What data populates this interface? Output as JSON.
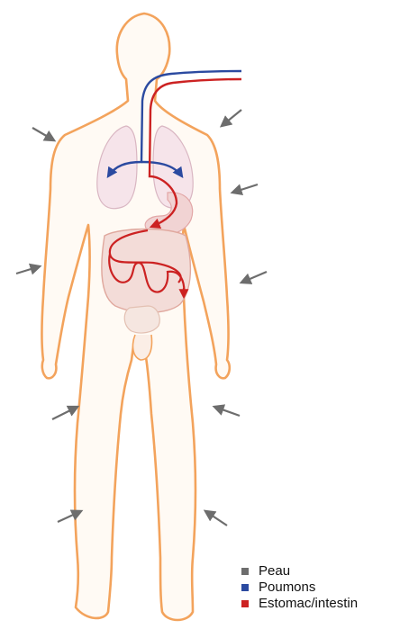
{
  "colors": {
    "skin": "#6d6d6d",
    "lungs": "#2b4aa0",
    "digestive": "#cc2222",
    "body_outline": "#f3a35c"
  },
  "legend": [
    {
      "label": "Peau",
      "color": "#6d6d6d"
    },
    {
      "label": "Poumons",
      "color": "#2b4aa0"
    },
    {
      "label": "Estomac/intestin",
      "color": "#cc2222"
    }
  ]
}
